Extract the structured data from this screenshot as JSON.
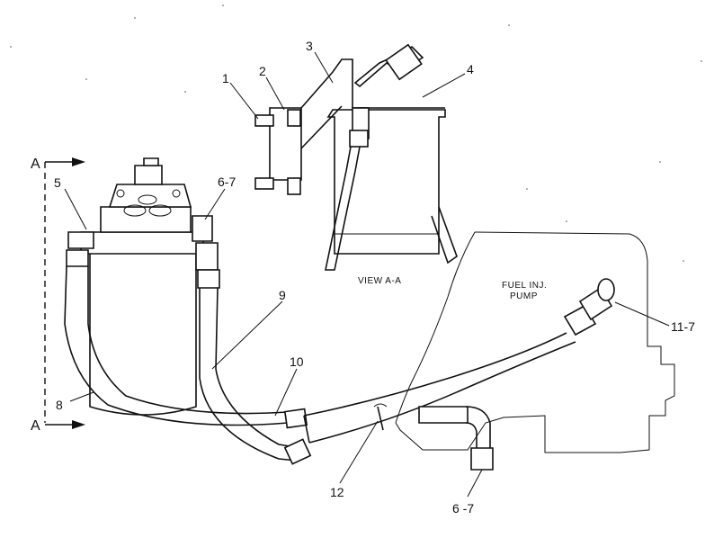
{
  "callouts": {
    "c1": "1",
    "c2": "2",
    "c3": "3",
    "c4": "4",
    "c5": "5",
    "c6_7_top": "6-7",
    "c8": "8",
    "c9": "9",
    "c10": "10",
    "c11_7": "11-7",
    "c12": "12",
    "c6_7_bottom": "6 -7"
  },
  "section_marks": {
    "top": "A",
    "bottom": "A"
  },
  "texts": {
    "view_label": "VIEW  A-A",
    "pump_line1": "FUEL  INJ.",
    "pump_line2": "PUMP"
  }
}
